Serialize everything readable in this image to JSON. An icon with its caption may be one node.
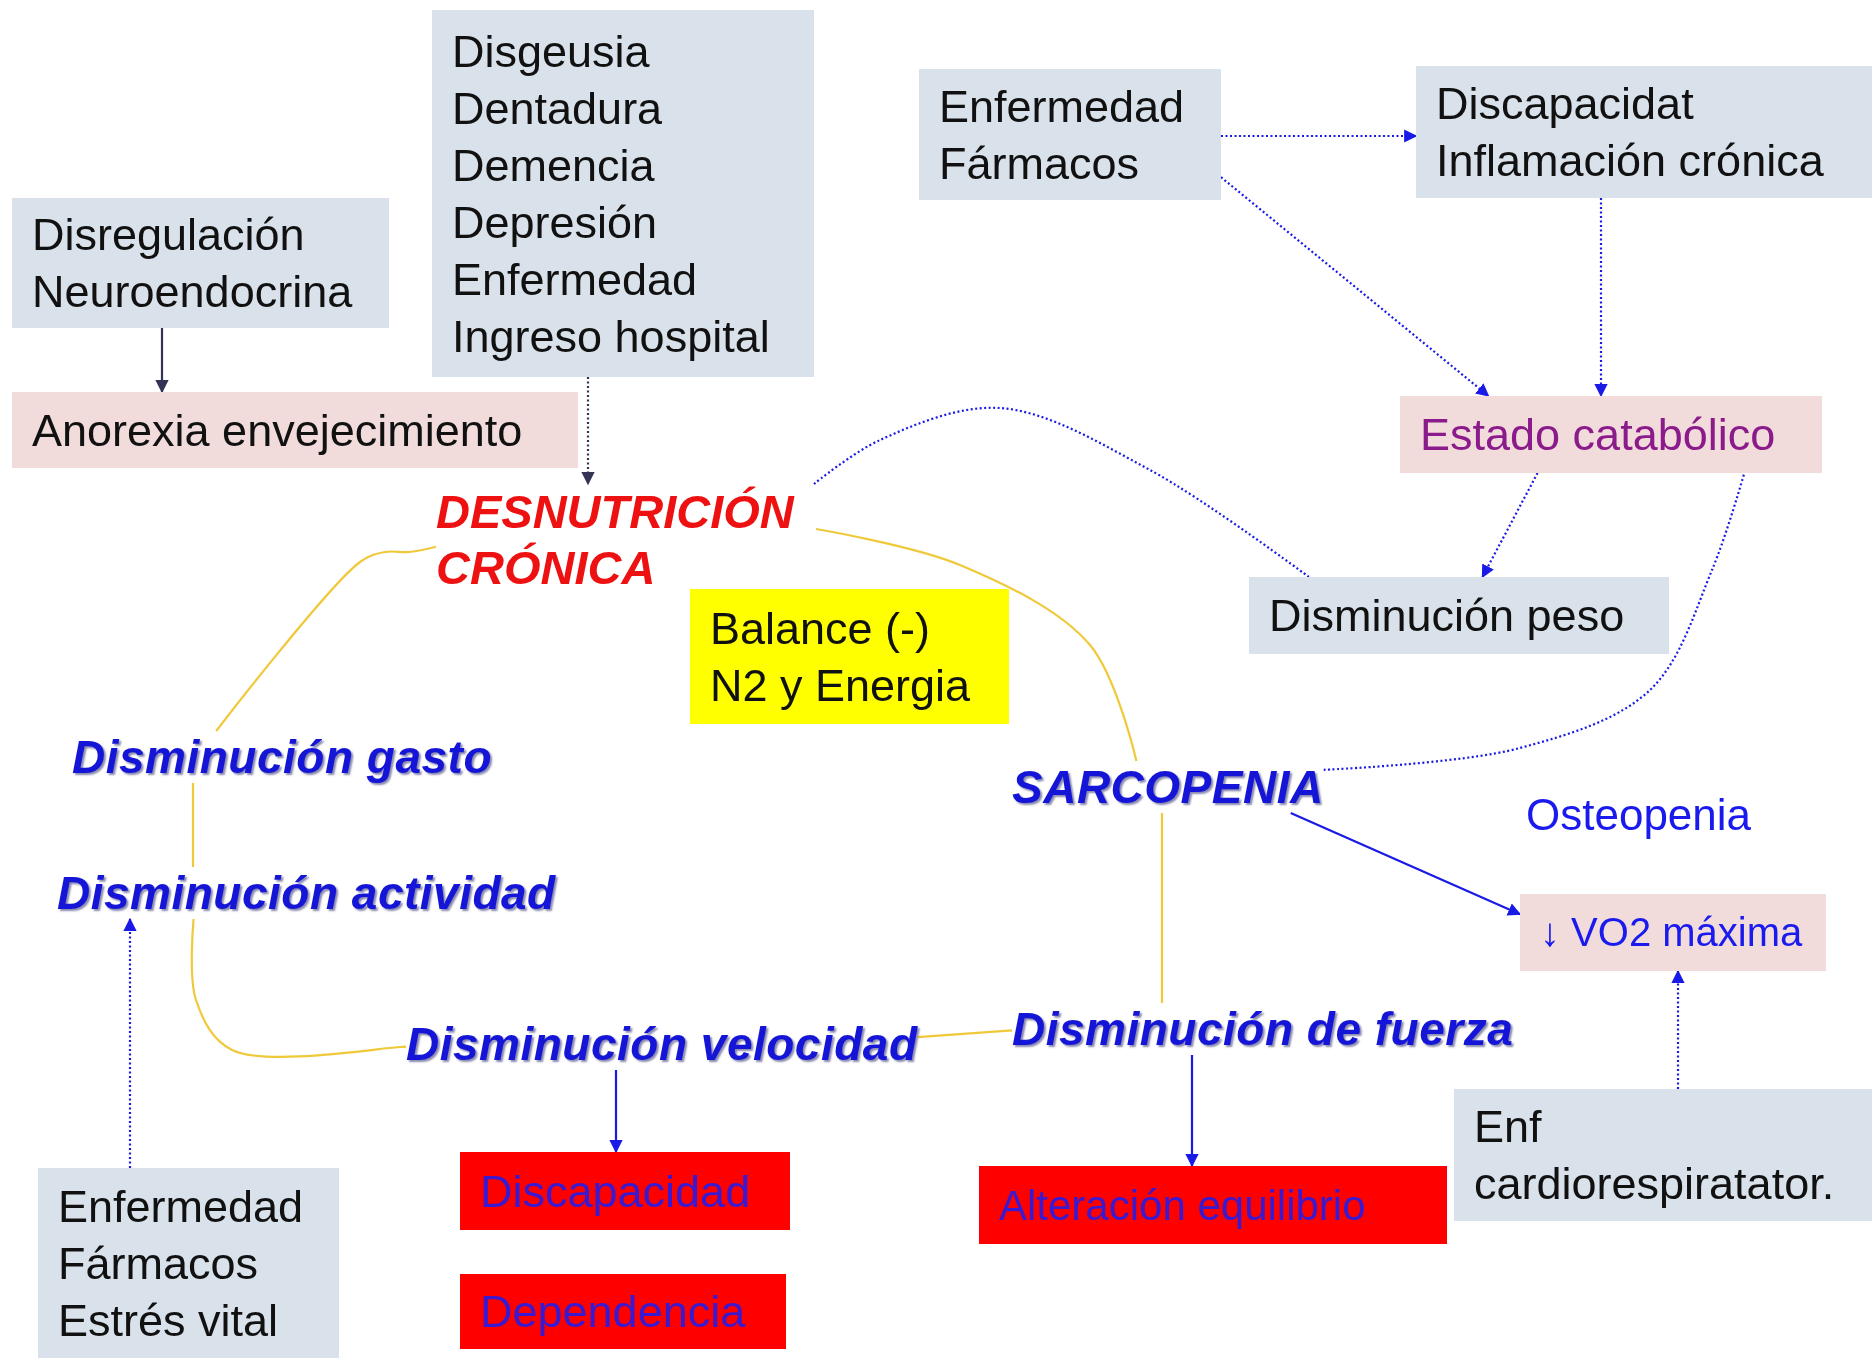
{
  "diagram": {
    "nodes": [
      {
        "text": [
          "Disregulación Neuroendocrina"
        ]
      },
      {
        "text": [
          "Disgeusia",
          "Dentadura",
          "Demencia",
          "Depresión",
          "Enfermedad",
          "Ingreso hospital"
        ]
      },
      {
        "text": [
          "Anorexia envejecimiento"
        ]
      },
      {
        "text": [
          "DESNUTRICIÓN CRÓNICA"
        ]
      },
      {
        "text": [
          "Enfermedad",
          "Fármacos"
        ]
      },
      {
        "text": [
          "Discapacidat",
          "Inflamación crónica"
        ]
      },
      {
        "text": [
          "Estado catabólico"
        ]
      },
      {
        "text": [
          "Balance (-) N2 y Energia"
        ]
      },
      {
        "text": [
          "Disminución peso"
        ]
      },
      {
        "text": [
          "Disminución gasto"
        ]
      },
      {
        "text": [
          "SARCOPENIA"
        ]
      },
      {
        "text": [
          "Disminución actividad"
        ]
      },
      {
        "text": [
          "↓ VO2 máxima"
        ]
      },
      {
        "text": [
          "Disminución velocidad"
        ]
      },
      {
        "text": [
          "Disminución de fuerza"
        ]
      },
      {
        "text": [
          "Enf cardiorespiratator."
        ]
      },
      {
        "text": [
          "Enfermedad",
          "Fármacos",
          "Estrés vital"
        ]
      },
      {
        "text": [
          "Discapacidad"
        ]
      },
      {
        "text": [
          "Alteración equilibrio"
        ]
      },
      {
        "text": [
          "Dependencia"
        ]
      }
    ],
    "edges": [
      {
        "from": 0,
        "to": 2,
        "arrow": "to",
        "color": "#333355"
      },
      {
        "from": 1,
        "to": 3,
        "arrow": "to",
        "style": "dashed",
        "color": "#333355"
      },
      {
        "from": 4,
        "to": 5,
        "arrow": "to",
        "style": "dashed"
      },
      {
        "from": 4,
        "to": 6,
        "arrow": "to",
        "style": "dashed"
      },
      {
        "from": 5,
        "to": 6,
        "arrow": "to",
        "style": "dashed"
      },
      {
        "from": 6,
        "to": 8,
        "arrow": "to",
        "style": "dashed"
      },
      {
        "from": 8,
        "to": 3,
        "arrow": "none",
        "style": "dashed"
      },
      {
        "from": 10,
        "to": 6,
        "arrow": "none",
        "style": "dashed"
      },
      {
        "from": 3,
        "to": 10,
        "arrow": "none",
        "color": "#f0c93a"
      },
      {
        "from": 3,
        "to": 9,
        "arrow": "none",
        "color": "#f0c93a"
      },
      {
        "from": 9,
        "to": 11,
        "arrow": "none",
        "color": "#f0c93a"
      },
      {
        "from": 11,
        "to": 13,
        "arrow": "none",
        "color": "#f0c93a"
      },
      {
        "from": 13,
        "to": 14,
        "arrow": "none",
        "color": "#f0c93a"
      },
      {
        "from": 10,
        "to": 14,
        "arrow": "none",
        "color": "#f0c93a"
      },
      {
        "from": 10,
        "to": 12,
        "arrow": "to"
      },
      {
        "from": 15,
        "to": 12,
        "arrow": "to",
        "style": "dashed"
      },
      {
        "from": 16,
        "to": 11,
        "arrow": "to",
        "style": "dashed"
      },
      {
        "from": 13,
        "to": 17,
        "arrow": "to"
      },
      {
        "from": 14,
        "to": 18,
        "arrow": "to"
      }
    ],
    "labels": [
      "Osteopenia"
    ]
  }
}
